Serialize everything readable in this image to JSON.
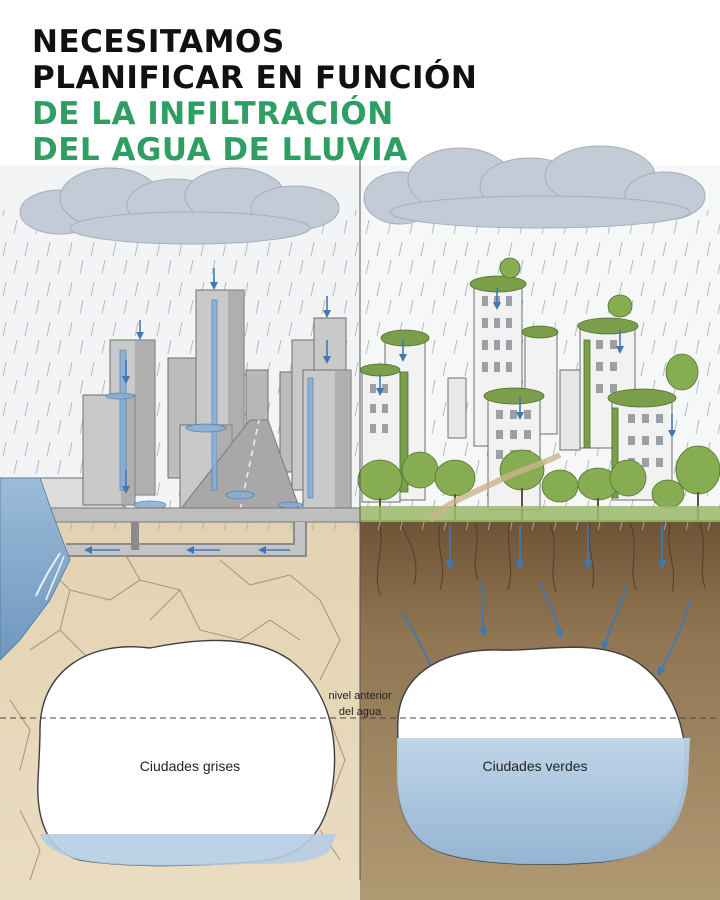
{
  "title": {
    "line1": "NECESITAMOS",
    "line2": "PLANIFICAR EN FUNCIÓN",
    "line3": "DE LA INFILTRACIÓN",
    "line4": "DEL AGUA DE LLUVIA"
  },
  "labels": {
    "gray_city": "Ciudades grises",
    "green_city": "Ciudades verdes",
    "water_level_line1": "nivel anterior",
    "water_level_line2": "del agua"
  },
  "colors": {
    "title_dark": "#111111",
    "title_green": "#2e9e63",
    "gray_soil": "#e6d5b4",
    "green_soil": "#9a8260",
    "water": "#a9c6df",
    "concrete": "#c9c9c9",
    "foliage": "#7a9e4a"
  }
}
